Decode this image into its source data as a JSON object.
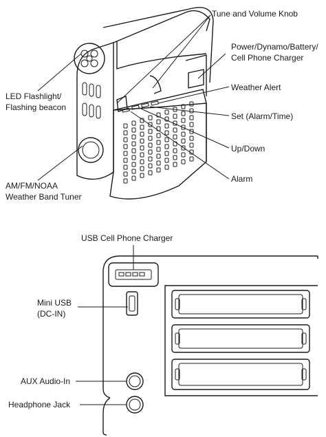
{
  "top_diagram": {
    "labels": {
      "tune_volume": "Tune and Volume Knob",
      "power_line1": "Power/Dynamo/Battery/",
      "power_line2": "Cell Phone Charger",
      "weather_alert": "Weather Alert",
      "set_alarm": "Set (Alarm/Time)",
      "up_down": "Up/Down",
      "alarm": "Alarm",
      "led_line1": "LED Flashlight/",
      "led_line2": "Flashing beacon",
      "band_line1": "AM/FM/NOAA",
      "band_line2": "Weather Band Tuner"
    }
  },
  "bottom_diagram": {
    "labels": {
      "usb_charger": "USB Cell Phone Charger",
      "mini_usb_line1": "Mini USB",
      "mini_usb_line2": "(DC-IN)",
      "aux_in": "AUX Audio-In",
      "headphone": "Headphone Jack"
    }
  }
}
